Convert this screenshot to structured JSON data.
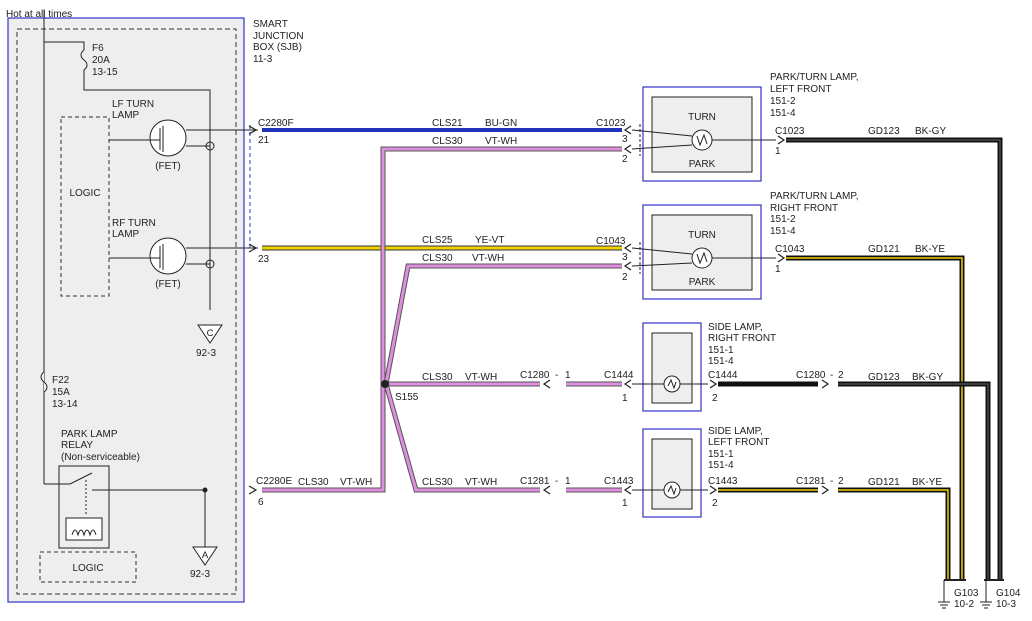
{
  "colors": {
    "blue_wire": "#2233bb",
    "yellow_wire": "#f0d000",
    "pink_wire": "#e08ee0",
    "black_wire": "#111111",
    "box_border": "#3333cc",
    "box_fill": "#eeeeee"
  },
  "hot_at_all_times": "Hot at all times",
  "sjb": {
    "line1": "SMART",
    "line2": "JUNCTION",
    "line3": "BOX (SJB)",
    "line4": "11-3"
  },
  "fuse_f6": {
    "name": "F6",
    "rating": "20A",
    "ref": "13-15"
  },
  "fuse_f22": {
    "name": "F22",
    "rating": "15A",
    "ref": "13-14"
  },
  "logic_label": "LOGIC",
  "lf_turn_lamp": {
    "line1": "LF TURN",
    "line2": "LAMP",
    "fet": "(FET)"
  },
  "rf_turn_lamp": {
    "line1": "RF TURN",
    "line2": "LAMP",
    "fet": "(FET)"
  },
  "ground_c": {
    "letter": "C",
    "ref": "92-3"
  },
  "ground_a": {
    "letter": "A",
    "ref": "92-3"
  },
  "park_relay": {
    "line1": "PARK LAMP",
    "line2": "RELAY",
    "line3": "(Non-serviceable)"
  },
  "relay_logic_label": "LOGIC",
  "c2280f": {
    "name": "C2280F",
    "pin_21": "21",
    "pin_23": "23"
  },
  "c2280e": {
    "name": "C2280E",
    "pin": "6"
  },
  "wires": {
    "cls21": {
      "circuit": "CLS21",
      "color": "BU-GN"
    },
    "cls30_a": {
      "circuit": "CLS30",
      "color": "VT-WH"
    },
    "cls25": {
      "circuit": "CLS25",
      "color": "YE-VT"
    },
    "cls30_b": {
      "circuit": "CLS30",
      "color": "VT-WH"
    },
    "cls30_c": {
      "circuit": "CLS30",
      "color": "VT-WH"
    },
    "cls30_d": {
      "circuit": "CLS30",
      "color": "VT-WH"
    },
    "cls30_e": {
      "circuit": "CLS30",
      "color": "VT-WH"
    },
    "gd123_a": {
      "circuit": "GD123",
      "color": "BK-GY"
    },
    "gd121_a": {
      "circuit": "GD121",
      "color": "BK-YE"
    },
    "gd123_b": {
      "circuit": "GD123",
      "color": "BK-GY"
    },
    "gd121_b": {
      "circuit": "GD121",
      "color": "BK-YE"
    }
  },
  "splice": "S155",
  "lf_park_turn": {
    "title1": "PARK/TURN LAMP,",
    "title2": "LEFT FRONT",
    "ref1": "151-2",
    "ref2": "151-4",
    "turn": "TURN",
    "park": "PARK",
    "conn_in": "C1023",
    "pin3": "3",
    "pin2": "2",
    "conn_out": "C1023",
    "pin1": "1"
  },
  "rf_park_turn": {
    "title1": "PARK/TURN LAMP,",
    "title2": "RIGHT FRONT",
    "ref1": "151-2",
    "ref2": "151-4",
    "turn": "TURN",
    "park": "PARK",
    "conn_in": "C1043",
    "pin3": "3",
    "pin2": "2",
    "conn_out": "C1043",
    "pin1": "1"
  },
  "rf_side": {
    "title1": "SIDE LAMP,",
    "title2": "RIGHT FRONT",
    "ref1": "151-1",
    "ref2": "151-4",
    "inline_conn": "C1280",
    "inline_pin_in": "1",
    "conn_in": "C1444",
    "pin_in": "1",
    "conn_out": "C1444",
    "pin_out": "2",
    "inline_out": "C1280",
    "inline_pin_out": "2"
  },
  "lf_side": {
    "title1": "SIDE LAMP,",
    "title2": "LEFT FRONT",
    "ref1": "151-1",
    "ref2": "151-4",
    "inline_conn": "C1281",
    "inline_pin_in": "1",
    "conn_in": "C1443",
    "pin_in": "1",
    "conn_out": "C1443",
    "pin_out": "2",
    "inline_out": "C1281",
    "inline_pin_out": "2"
  },
  "g103": {
    "name": "G103",
    "ref": "10-2"
  },
  "g104": {
    "name": "G104",
    "ref": "10-3"
  }
}
